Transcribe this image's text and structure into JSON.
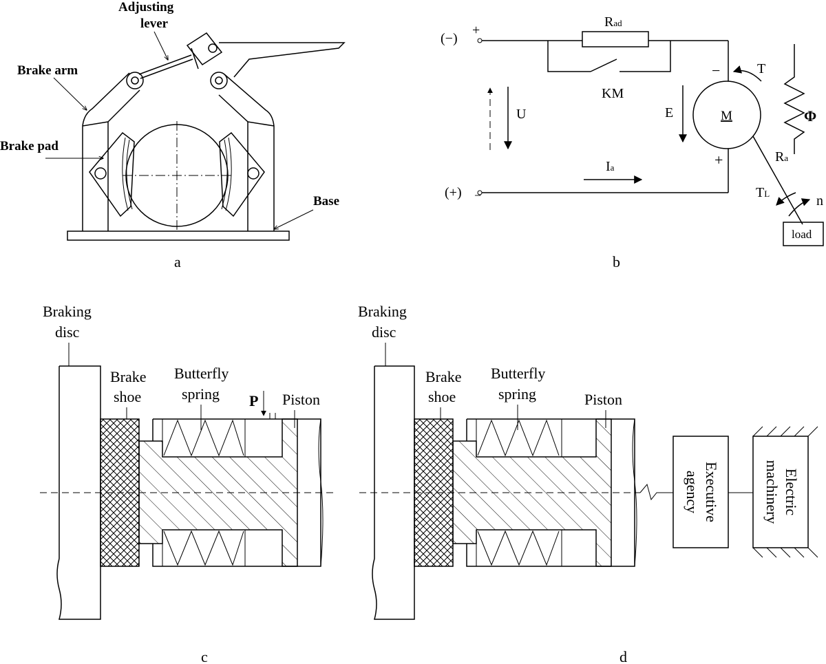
{
  "panel_a": {
    "label": "a",
    "adjusting_lever_line1": "Adjusting",
    "adjusting_lever_line2": "lever",
    "brake_arm": "Brake arm",
    "brake_pad": "Brake pad",
    "base": "Base"
  },
  "panel_b": {
    "label": "b",
    "terminal_minus": "(−)",
    "terminal_plus": "(+)",
    "sign_plus_top": "+",
    "sign_minus_bottom": "−",
    "r_ad": "R",
    "r_ad_sub": "ad",
    "km": "KM",
    "u": "U",
    "e": "E",
    "ia": "I",
    "ia_sub": "a",
    "motor_minus": "−",
    "motor_plus": "+",
    "motor": "M",
    "t": "T",
    "phi": "Φ",
    "ra": "R",
    "ra_sub": "a",
    "tl": "T",
    "tl_sub": "L",
    "n": "n",
    "load": "load"
  },
  "panel_c": {
    "label": "c",
    "braking_disc_line1": "Braking",
    "braking_disc_line2": "disc",
    "brake_shoe_line1": "Brake",
    "brake_shoe_line2": "shoe",
    "butterfly_line1": "Butterfly",
    "butterfly_line2": "spring",
    "p": "P",
    "piston": "Piston"
  },
  "panel_d": {
    "label": "d",
    "braking_disc_line1": "Braking",
    "braking_disc_line2": "disc",
    "brake_shoe_line1": "Brake",
    "brake_shoe_line2": "shoe",
    "butterfly_line1": "Butterfly",
    "butterfly_line2": "spring",
    "piston": "Piston",
    "executive_agency_line1": "Executive",
    "executive_agency_line2": "agency",
    "electric_machinery_line1": "Electric",
    "electric_machinery_line2": "machinery"
  }
}
